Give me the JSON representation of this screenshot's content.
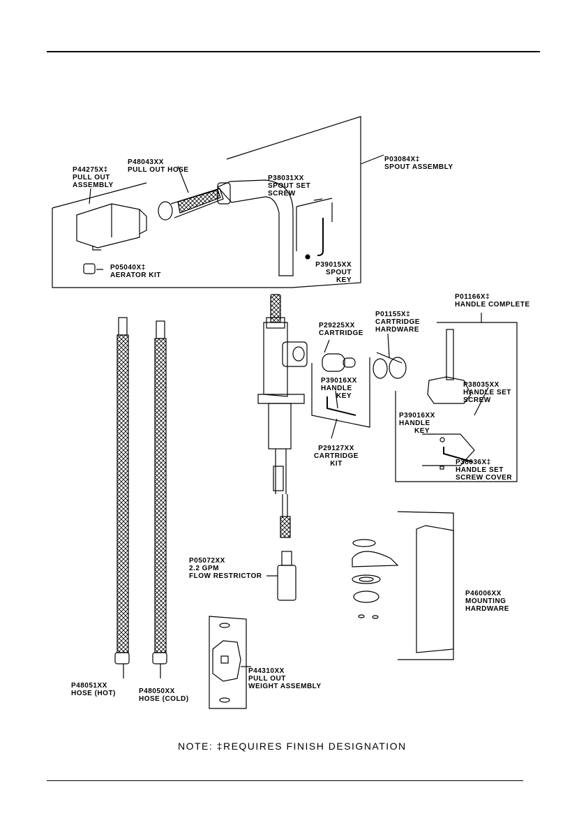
{
  "parts": [
    {
      "id": "pull_out_assembly",
      "number": "P44275X‡",
      "lines": [
        "PULL OUT",
        "ASSEMBLY"
      ]
    },
    {
      "id": "pull_out_hose",
      "number": "P48043XX",
      "lines": [
        "PULL OUT HOSE"
      ]
    },
    {
      "id": "spout_assembly",
      "number": "P03084X‡",
      "lines": [
        "SPOUT ASSEMBLY"
      ]
    },
    {
      "id": "spout_set_screw",
      "number": "P38031XX",
      "lines": [
        "SPOUT SET",
        "SCREW"
      ]
    },
    {
      "id": "spout_key",
      "number": "P39015XX",
      "lines": [
        "SPOUT",
        "KEY"
      ]
    },
    {
      "id": "aerator_kit",
      "number": "P05040X‡",
      "lines": [
        "AERATOR KIT"
      ]
    },
    {
      "id": "handle_complete",
      "number": "P01166X‡",
      "lines": [
        "HANDLE COMPLETE"
      ]
    },
    {
      "id": "cartridge_hardware",
      "number": "P01155X‡",
      "lines": [
        "CARTRIDGE",
        "HARDWARE"
      ]
    },
    {
      "id": "cartridge",
      "number": "P29225XX",
      "lines": [
        "CARTRIDGE"
      ]
    },
    {
      "id": "handle_key_1",
      "number": "P39016XX",
      "lines": [
        "HANDLE",
        "KEY"
      ]
    },
    {
      "id": "cartridge_kit",
      "number": "P29127XX",
      "lines": [
        "CARTRIDGE",
        "KIT"
      ]
    },
    {
      "id": "handle_set_screw",
      "number": "P38035XX",
      "lines": [
        "HANDLE SET",
        "SCREW"
      ]
    },
    {
      "id": "handle_key_2",
      "number": "P39016XX",
      "lines": [
        "HANDLE",
        "KEY"
      ]
    },
    {
      "id": "handle_set_screw_cover",
      "number": "P38036X‡",
      "lines": [
        "HANDLE SET",
        "SCREW COVER"
      ]
    },
    {
      "id": "flow_restrictor",
      "number": "P05072XX",
      "lines": [
        "2.2 GPM",
        "FLOW RESTRICTOR"
      ]
    },
    {
      "id": "mounting_hardware",
      "number": "P46006XX",
      "lines": [
        "MOUNTING",
        "HARDWARE"
      ]
    },
    {
      "id": "hose_hot",
      "number": "P48051XX",
      "lines": [
        "HOSE (HOT)"
      ]
    },
    {
      "id": "hose_cold",
      "number": "P48050XX",
      "lines": [
        "HOSE (COLD)"
      ]
    },
    {
      "id": "pull_out_weight",
      "number": "P44310XX",
      "lines": [
        "PULL OUT",
        "WEIGHT ASSEMBLY"
      ]
    }
  ],
  "note": "NOTE:  ‡REQUIRES FINISH DESIGNATION"
}
